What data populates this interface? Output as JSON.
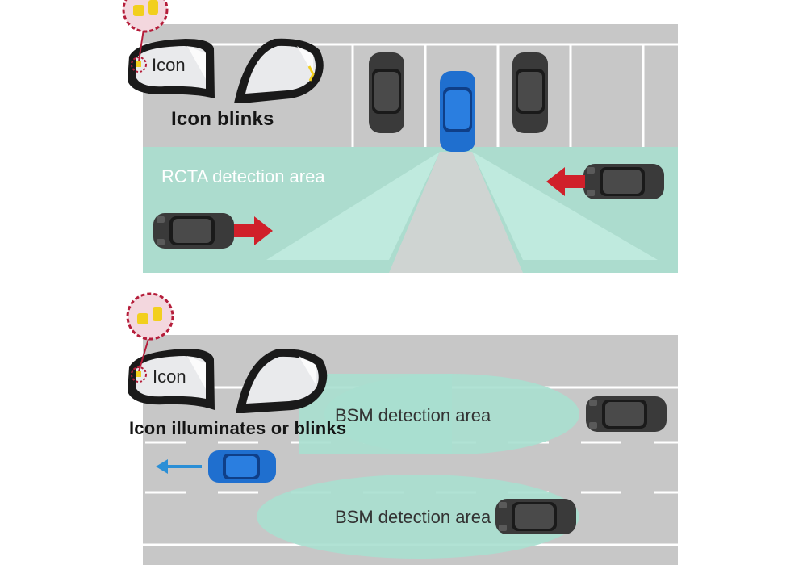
{
  "top_panel": {
    "mirror_icon_label": "Icon",
    "caption": "Icon blinks",
    "detection_area_label": "RCTA detection area"
  },
  "bottom_panel": {
    "mirror_icon_label": "Icon",
    "caption": "Icon illuminates or blinks",
    "detection_area_label_upper": "BSM detection area",
    "detection_area_label_lower": "BSM detection area"
  },
  "colors": {
    "road": "#c7c7c7",
    "line": "#ffffff",
    "detection_zone": "#a9dfcf",
    "warning_arrow": "#d0202a",
    "direction_arrow": "#2b8fd6",
    "own_car": "#1f6fcf",
    "other_car": "#3a3a3a",
    "indicator_yellow": "#f2cf1e",
    "callout_red": "#b51d3a",
    "callout_fill": "#f3d7de"
  },
  "icons": {
    "callout": "blind-spot-warning-icon",
    "mirror": "side-mirror-icon",
    "arrow": "arrow-icon",
    "car": "car-icon"
  }
}
